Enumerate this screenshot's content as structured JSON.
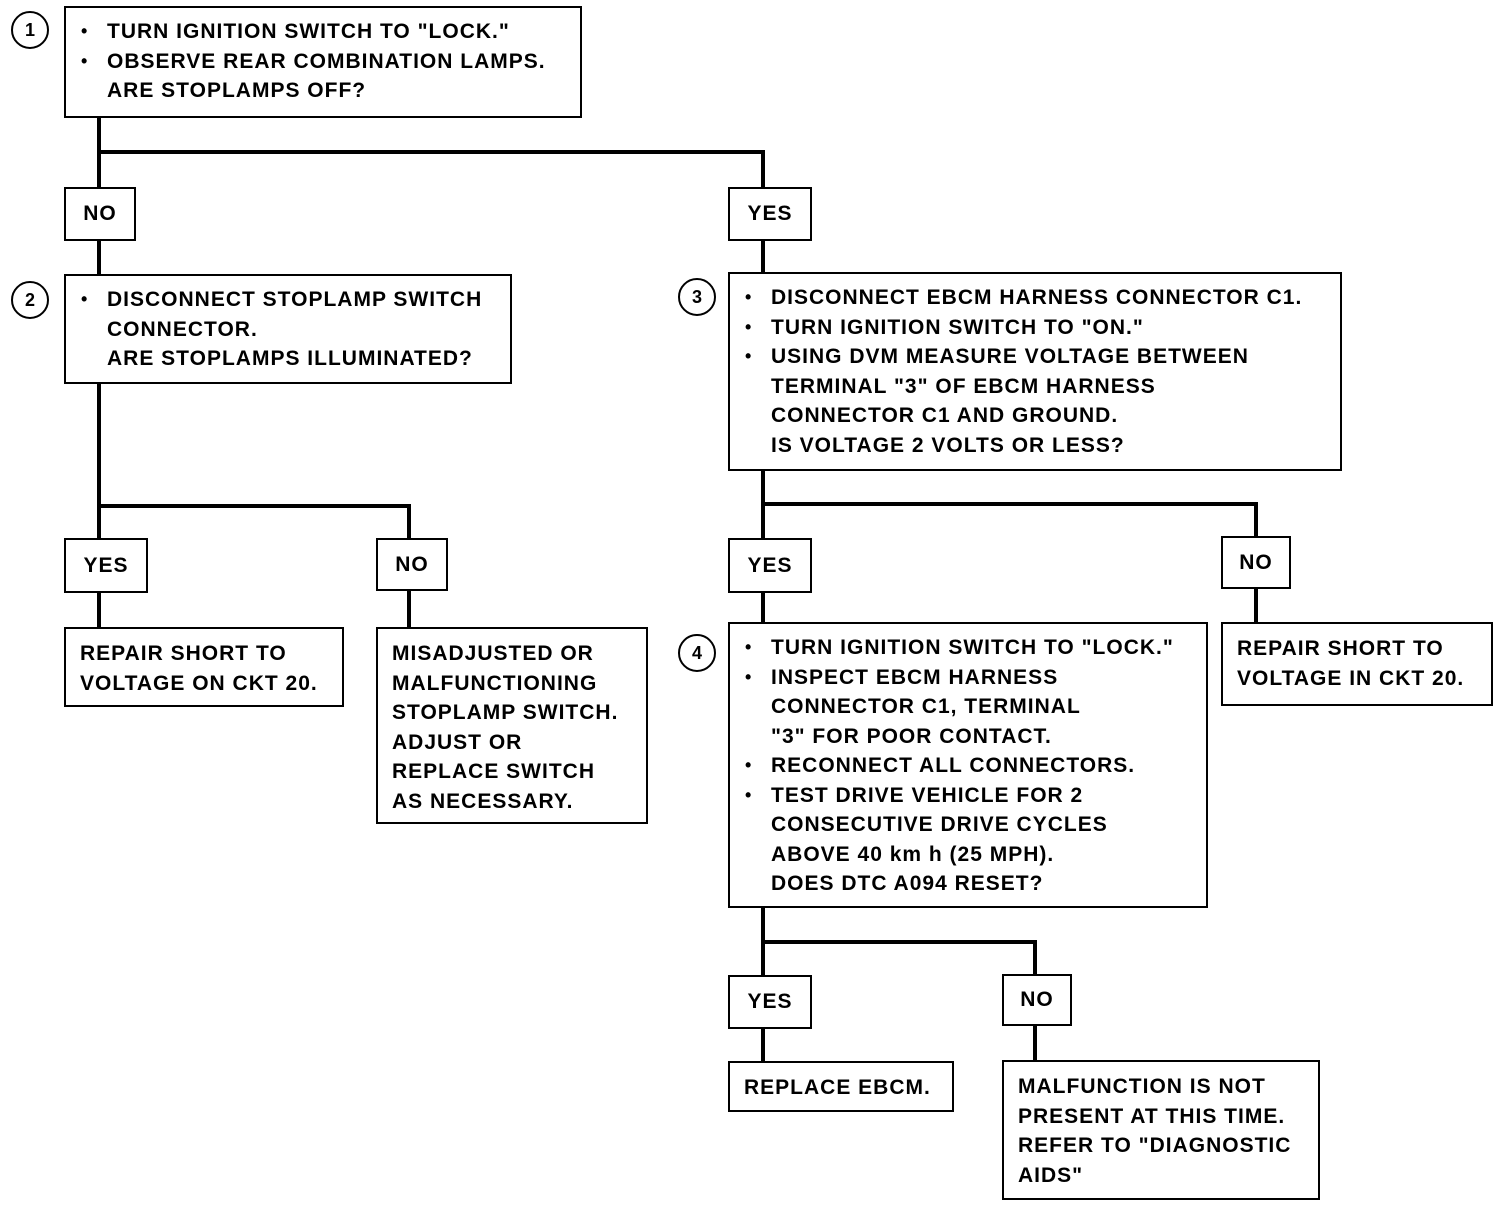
{
  "step1": {
    "number": "1",
    "bullets": [
      "TURN IGNITION SWITCH TO \"LOCK.\"",
      "OBSERVE REAR COMBINATION LAMPS."
    ],
    "question": "ARE STOPLAMPS OFF?"
  },
  "step1_no": "NO",
  "step1_yes": "YES",
  "step2": {
    "number": "2",
    "bullets": [
      "DISCONNECT STOPLAMP SWITCH"
    ],
    "lines": [
      "CONNECTOR.",
      "ARE STOPLAMPS ILLUMINATED?"
    ]
  },
  "step2_yes": "YES",
  "step2_no": "NO",
  "step2_yes_result": [
    "REPAIR SHORT TO",
    "VOLTAGE ON CKT 20."
  ],
  "step2_no_result": [
    "MISADJUSTED OR",
    "MALFUNCTIONING",
    "STOPLAMP SWITCH.",
    "ADJUST OR",
    "REPLACE SWITCH",
    "AS NECESSARY."
  ],
  "step3": {
    "number": "3",
    "bullets": [
      "DISCONNECT EBCM HARNESS CONNECTOR C1.",
      "TURN IGNITION SWITCH TO \"ON.\"",
      "USING DVM MEASURE VOLTAGE BETWEEN"
    ],
    "lines": [
      "TERMINAL \"3\" OF EBCM HARNESS",
      "CONNECTOR C1 AND GROUND.",
      "IS VOLTAGE 2 VOLTS OR LESS?"
    ]
  },
  "step3_yes": "YES",
  "step3_no": "NO",
  "step3_no_result": [
    "REPAIR SHORT TO",
    "VOLTAGE IN CKT 20."
  ],
  "step4": {
    "number": "4",
    "items": [
      {
        "text": "TURN IGNITION SWITCH TO \"LOCK.\"",
        "bullet": true
      },
      {
        "text": "INSPECT EBCM HARNESS",
        "bullet": true
      },
      {
        "text": "CONNECTOR C1, TERMINAL",
        "bullet": false
      },
      {
        "text": "\"3\" FOR POOR CONTACT.",
        "bullet": false
      },
      {
        "text": "RECONNECT ALL CONNECTORS.",
        "bullet": true
      },
      {
        "text": "TEST DRIVE VEHICLE FOR 2",
        "bullet": true
      },
      {
        "text": "CONSECUTIVE DRIVE CYCLES",
        "bullet": false
      },
      {
        "text": "ABOVE 40 km h (25 MPH).",
        "bullet": false
      },
      {
        "text": "DOES DTC A094 RESET?",
        "bullet": false
      }
    ]
  },
  "step4_yes": "YES",
  "step4_no": "NO",
  "step4_yes_result": [
    "REPLACE EBCM."
  ],
  "step4_no_result": [
    "MALFUNCTION IS NOT",
    "PRESENT AT THIS TIME.",
    "REFER TO \"DIAGNOSTIC",
    "AIDS\""
  ]
}
